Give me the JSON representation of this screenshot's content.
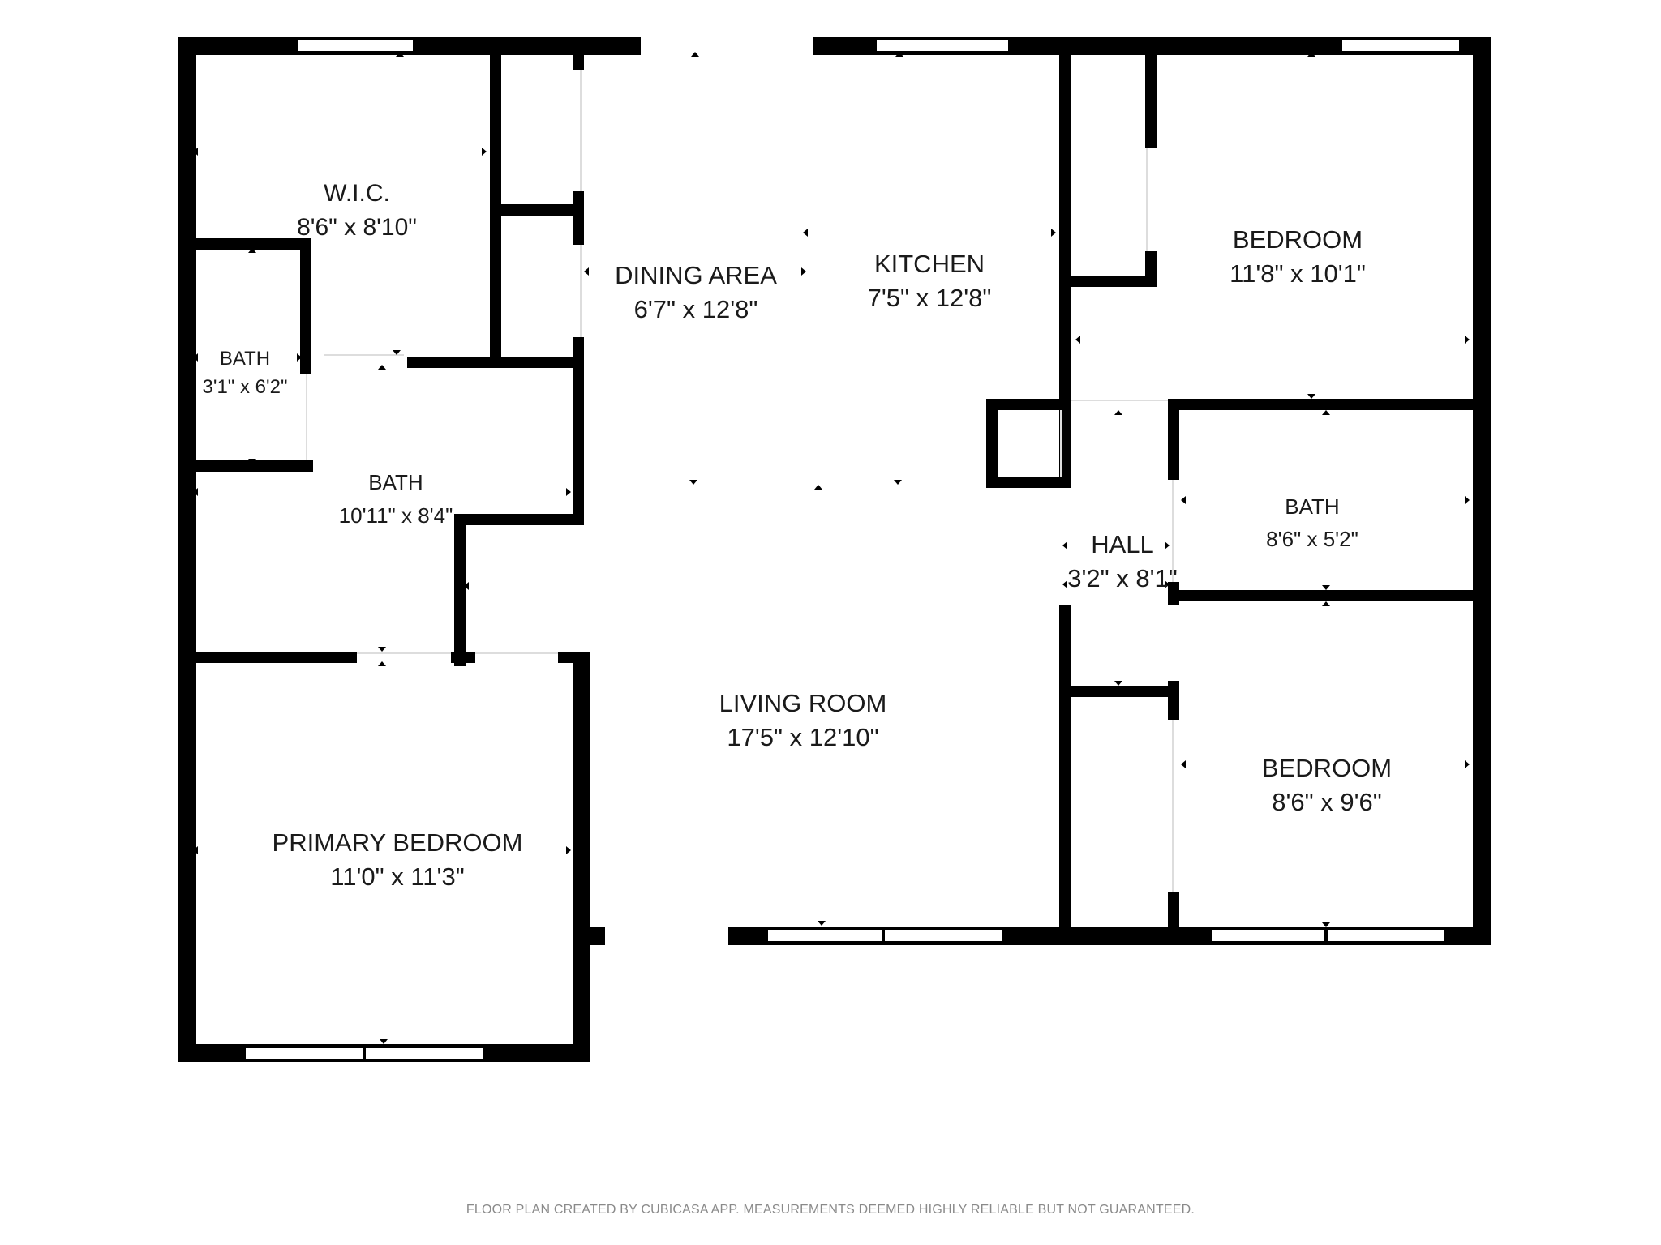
{
  "colors": {
    "wall": "#000000",
    "background": "#ffffff",
    "label": "#1a1a1a",
    "footer": "#8a8a8a"
  },
  "rooms": {
    "wic": {
      "name": "W.I.C.",
      "dims": "8'6\" x 8'10\""
    },
    "bath_small": {
      "name": "BATH",
      "dims": "3'1\" x 6'2\""
    },
    "bath_main": {
      "name": "BATH",
      "dims": "10'11\" x 8'4\""
    },
    "dining": {
      "name": "DINING AREA",
      "dims": "6'7\" x 12'8\""
    },
    "kitchen": {
      "name": "KITCHEN",
      "dims": "7'5\" x 12'8\""
    },
    "bedroom_ne": {
      "name": "BEDROOM",
      "dims": "11'8\" x 10'1\""
    },
    "bath_east": {
      "name": "BATH",
      "dims": "8'6\" x 5'2\""
    },
    "hall": {
      "name": "HALL",
      "dims": "3'2\" x 8'1\""
    },
    "bedroom_se": {
      "name": "BEDROOM",
      "dims": "8'6\" x 9'6\""
    },
    "living": {
      "name": "LIVING ROOM",
      "dims": "17'5\" x 12'10\""
    },
    "primary": {
      "name": "PRIMARY BEDROOM",
      "dims": "11'0\" x 11'3\""
    }
  },
  "footer": "FLOOR PLAN CREATED BY CUBICASA APP. MEASUREMENTS DEEMED HIGHLY RELIABLE BUT NOT GUARANTEED."
}
